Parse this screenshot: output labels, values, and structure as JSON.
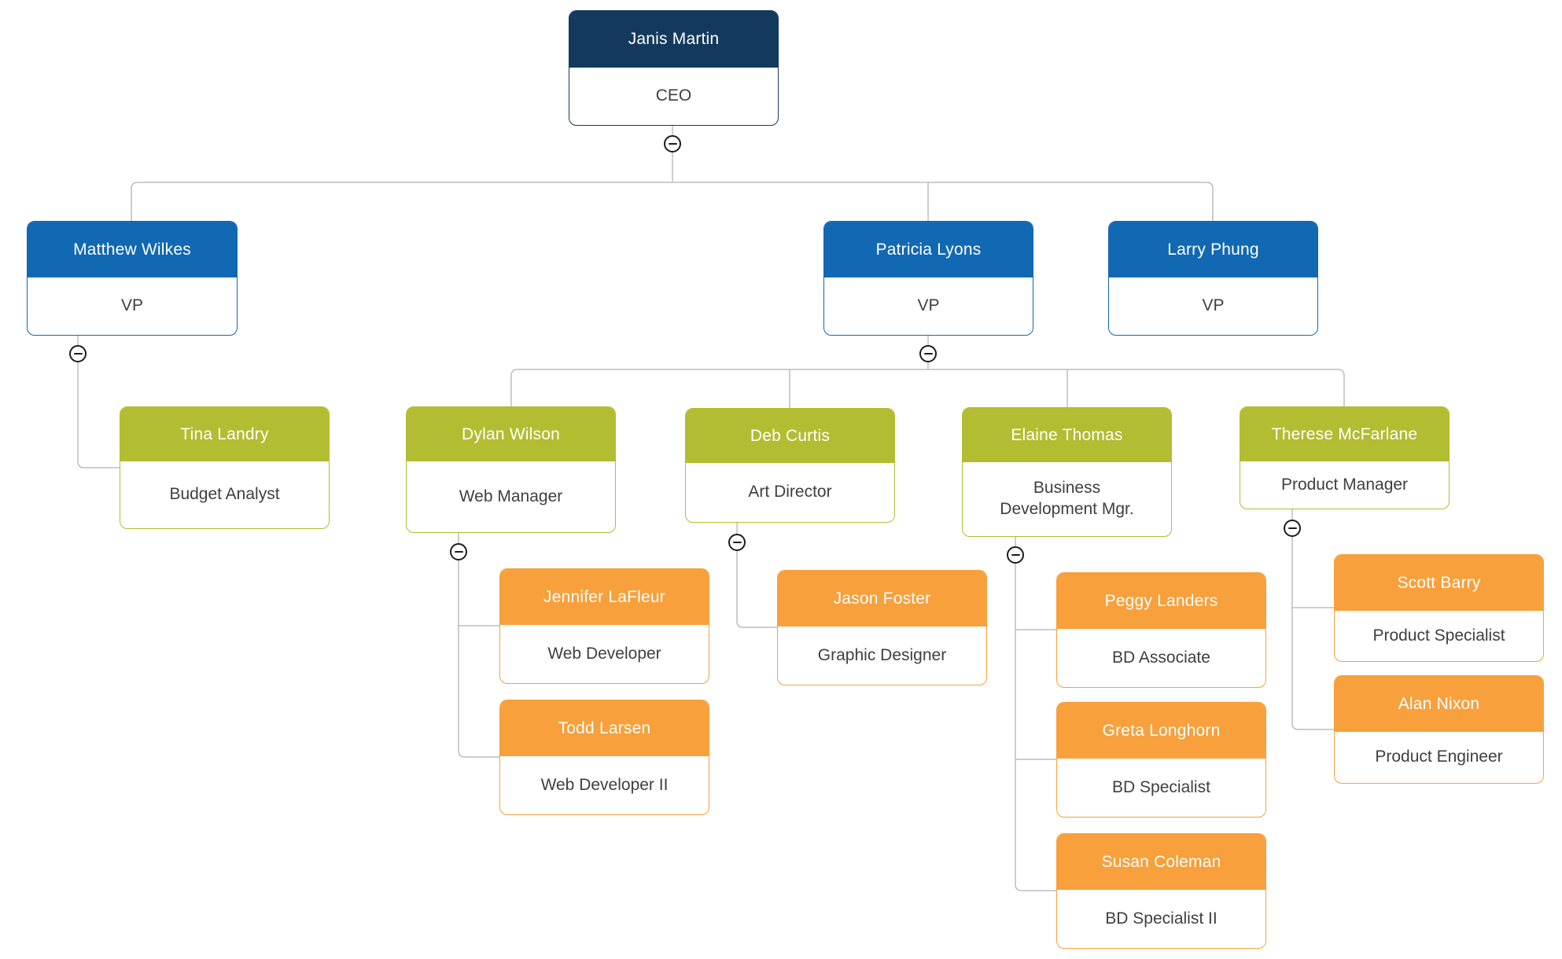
{
  "diagram": {
    "type": "org-chart",
    "palette": {
      "level1_header": "#133a5e",
      "level2_header": "#1168b3",
      "level3_header": "#b2bd31",
      "level4_header": "#f8a03c",
      "card_body": "#ffffff",
      "header_text": "#ffffff",
      "body_text": "#3f3f3f",
      "connector_line": "#bdbdbd",
      "collapse_button_stroke": "#1c1c1c"
    },
    "nodes": [
      {
        "name": "Janis Martin",
        "title": "CEO",
        "level": 1,
        "reports_to": null,
        "collapsible": true
      },
      {
        "name": "Matthew Wilkes",
        "title": "VP",
        "level": 2,
        "reports_to": "Janis Martin",
        "collapsible": true
      },
      {
        "name": "Patricia Lyons",
        "title": "VP",
        "level": 2,
        "reports_to": "Janis Martin",
        "collapsible": true
      },
      {
        "name": "Larry Phung",
        "title": "VP",
        "level": 2,
        "reports_to": "Janis Martin",
        "collapsible": false
      },
      {
        "name": "Tina Landry",
        "title": "Budget Analyst",
        "level": 3,
        "reports_to": "Matthew Wilkes",
        "collapsible": false
      },
      {
        "name": "Dylan Wilson",
        "title": "Web Manager",
        "level": 3,
        "reports_to": "Patricia Lyons",
        "collapsible": true
      },
      {
        "name": "Deb Curtis",
        "title": "Art Director",
        "level": 3,
        "reports_to": "Patricia Lyons",
        "collapsible": true
      },
      {
        "name": "Elaine Thomas",
        "title": "Business Development Mgr.",
        "level": 3,
        "reports_to": "Patricia Lyons",
        "collapsible": true
      },
      {
        "name": "Therese McFarlane",
        "title": "Product Manager",
        "level": 3,
        "reports_to": "Patricia Lyons",
        "collapsible": true
      },
      {
        "name": "Jennifer LaFleur",
        "title": "Web Developer",
        "level": 4,
        "reports_to": "Dylan Wilson",
        "collapsible": false
      },
      {
        "name": "Todd Larsen",
        "title": "Web Developer II",
        "level": 4,
        "reports_to": "Dylan Wilson",
        "collapsible": false
      },
      {
        "name": "Jason Foster",
        "title": "Graphic Designer",
        "level": 4,
        "reports_to": "Deb Curtis",
        "collapsible": false
      },
      {
        "name": "Peggy Landers",
        "title": "BD Associate",
        "level": 4,
        "reports_to": "Elaine Thomas",
        "collapsible": false
      },
      {
        "name": "Greta Longhorn",
        "title": "BD Specialist",
        "level": 4,
        "reports_to": "Elaine Thomas",
        "collapsible": false
      },
      {
        "name": "Susan Coleman",
        "title": "BD Specialist II",
        "level": 4,
        "reports_to": "Elaine Thomas",
        "collapsible": false
      },
      {
        "name": "Scott Barry",
        "title": "Product Specialist",
        "level": 4,
        "reports_to": "Therese McFarlane",
        "collapsible": false
      },
      {
        "name": "Alan Nixon",
        "title": "Product Engineer",
        "level": 4,
        "reports_to": "Therese McFarlane",
        "collapsible": false
      }
    ]
  }
}
